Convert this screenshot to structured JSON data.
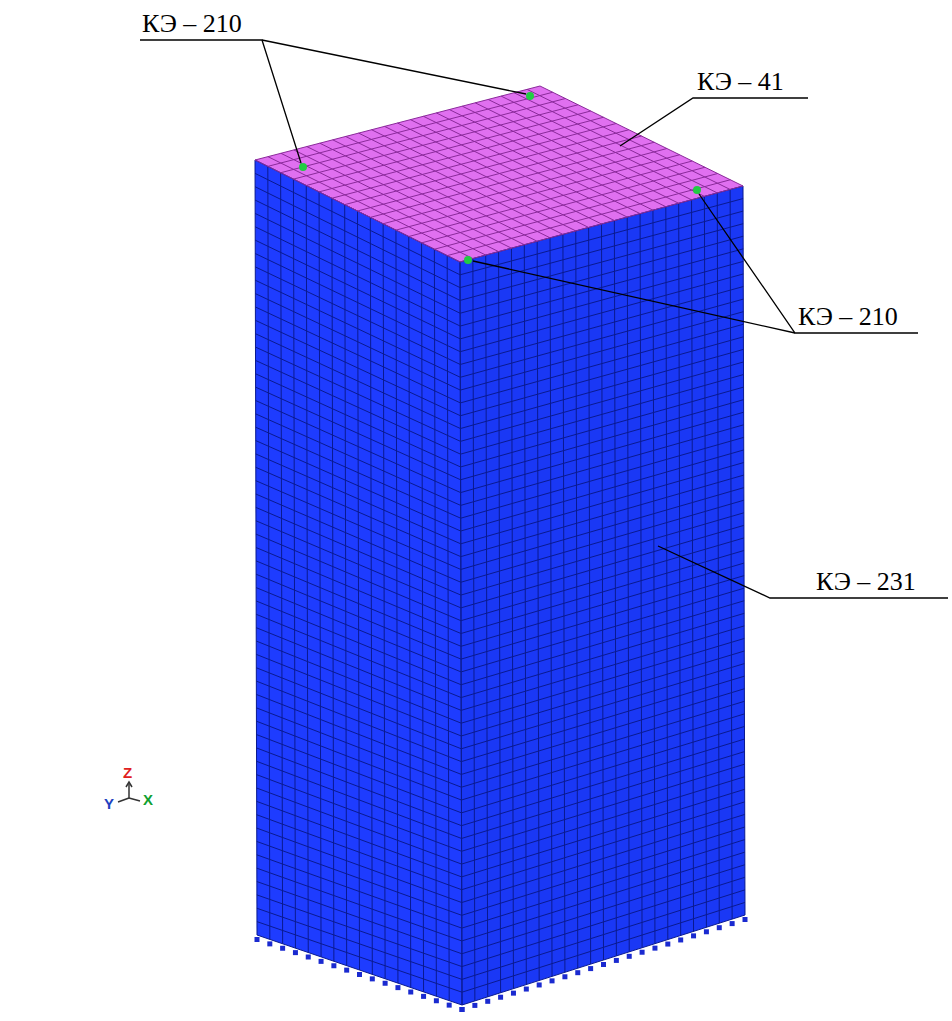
{
  "diagram": {
    "labels": [
      "КЭ – 210",
      "КЭ – 41",
      "КЭ – 210",
      "КЭ – 231",
      "Z",
      "Y",
      "X"
    ]
  }
}
